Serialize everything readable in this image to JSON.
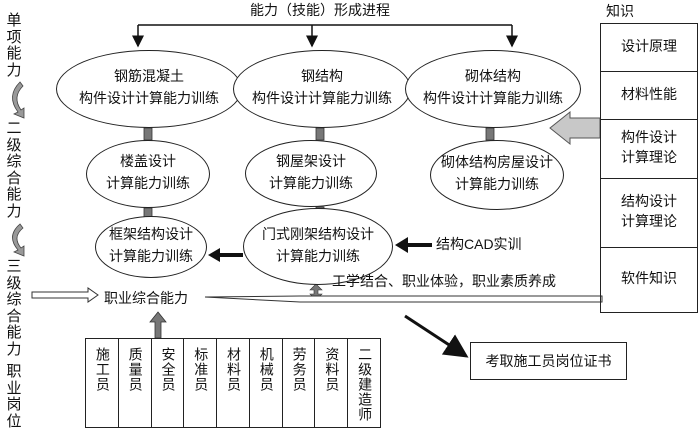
{
  "title": "能力（技能）形成进程",
  "stages": [
    "单项能力",
    "二级综合能力",
    "三级综合能力",
    "职业岗位"
  ],
  "ellipses": {
    "rc": [
      "钢筋混凝土",
      "构件设计计算能力训练"
    ],
    "steel": [
      "钢结构",
      "构件设计计算能力训练"
    ],
    "masonry": [
      "砌体结构",
      "构件设计计算能力训练"
    ],
    "floor": [
      "楼盖设计",
      "计算能力训练"
    ],
    "roof": [
      "钢屋架设计",
      "计算能力训练"
    ],
    "house": [
      "砌体结构房屋设计",
      "计算能力训练"
    ],
    "frame": [
      "框架结构设计",
      "计算能力训练"
    ],
    "portal": [
      "门式刚架结构设计",
      "计算能力训练"
    ]
  },
  "cad": "结构CAD实训",
  "practice": "工学结合、职业体验，职业素质养成",
  "career": "职业综合能力",
  "knowledge": {
    "label": "知识",
    "items": [
      "设计原理",
      "材料性能",
      "构件设计计算理论",
      "结构设计计算理论",
      "软件知识"
    ]
  },
  "jobs": [
    "施工员",
    "质量员",
    "安全员",
    "标准员",
    "材料员",
    "机械员",
    "劳务员",
    "资料员",
    "二级建造师"
  ],
  "certificate": "考取施工员岗位证书"
}
